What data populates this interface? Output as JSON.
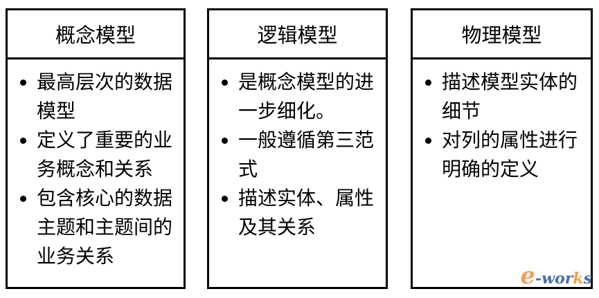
{
  "boxes": [
    {
      "title": "概念模型",
      "items": [
        "最高层次的数据模型",
        "定义了重要的业务概念和关系",
        "包含核心的数据主题和主题间的业务关系"
      ]
    },
    {
      "title": "逻辑模型",
      "items": [
        "是概念模型的进一步细化。",
        "一般遵循第三范式",
        "描述实体、属性及其关系"
      ]
    },
    {
      "title": "物理模型",
      "items": [
        "描述模型实体的细节",
        "对列的属性进行明确的定义"
      ]
    }
  ],
  "watermark": {
    "e": "e",
    "rest": "-wor",
    "k": "k",
    "s": "s"
  }
}
